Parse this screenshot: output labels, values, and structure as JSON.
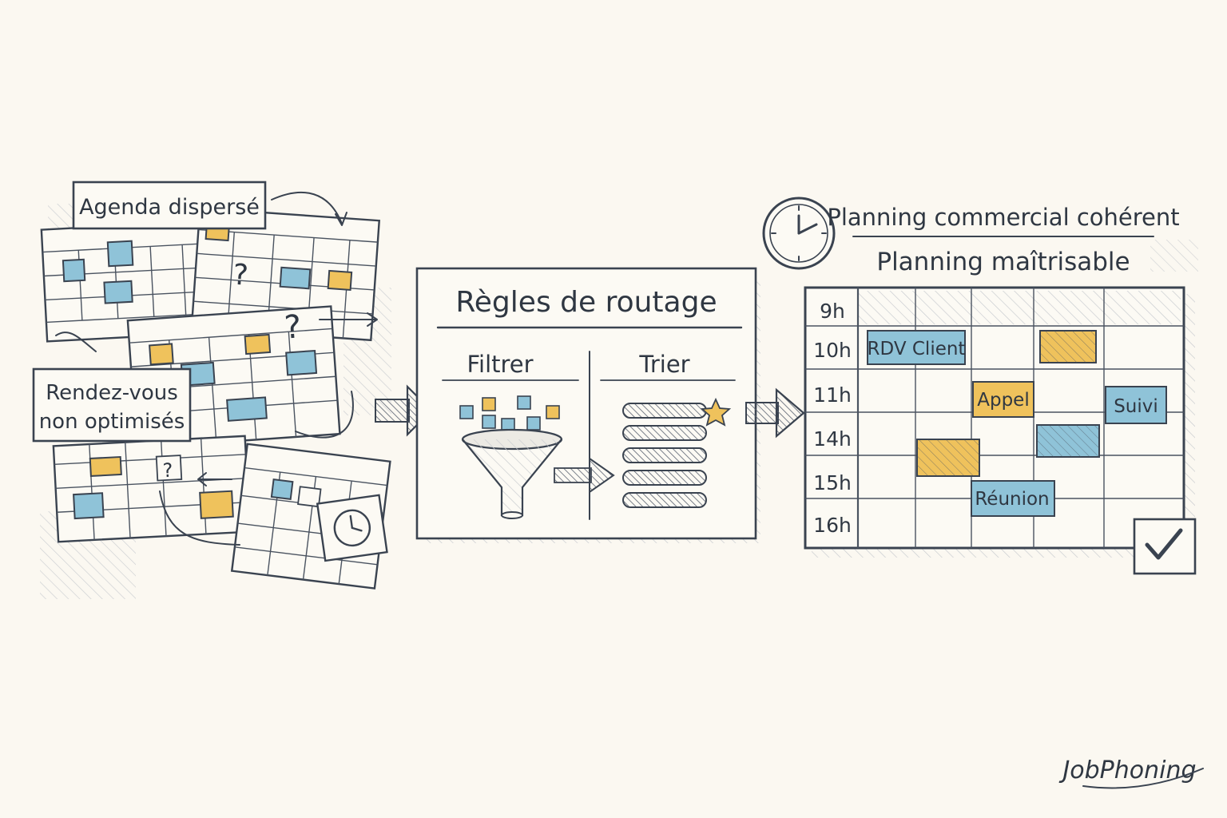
{
  "left": {
    "label_top": "Agenda dispersé",
    "label_mid_line1": "Rendez-vous",
    "label_mid_line2": "non optimisés"
  },
  "middle": {
    "title": "Règles de routage",
    "col_left": "Filtrer",
    "col_right": "Trier"
  },
  "right": {
    "title_line1": "Planning commercial cohérent",
    "title_line2": "Planning maîtrisable",
    "hours": [
      "9h",
      "10h",
      "11h",
      "14h",
      "15h",
      "16h"
    ],
    "events": {
      "rdv_client": "RDV Client",
      "appel": "Appel",
      "suivi": "Suivi",
      "reunion": "Réunion"
    }
  },
  "brand": {
    "logo": "JobPhoning"
  },
  "colors": {
    "blue": "#8fc3d8",
    "yellow": "#efc25c",
    "ink": "#3a4350",
    "background": "#fbf8f1"
  }
}
